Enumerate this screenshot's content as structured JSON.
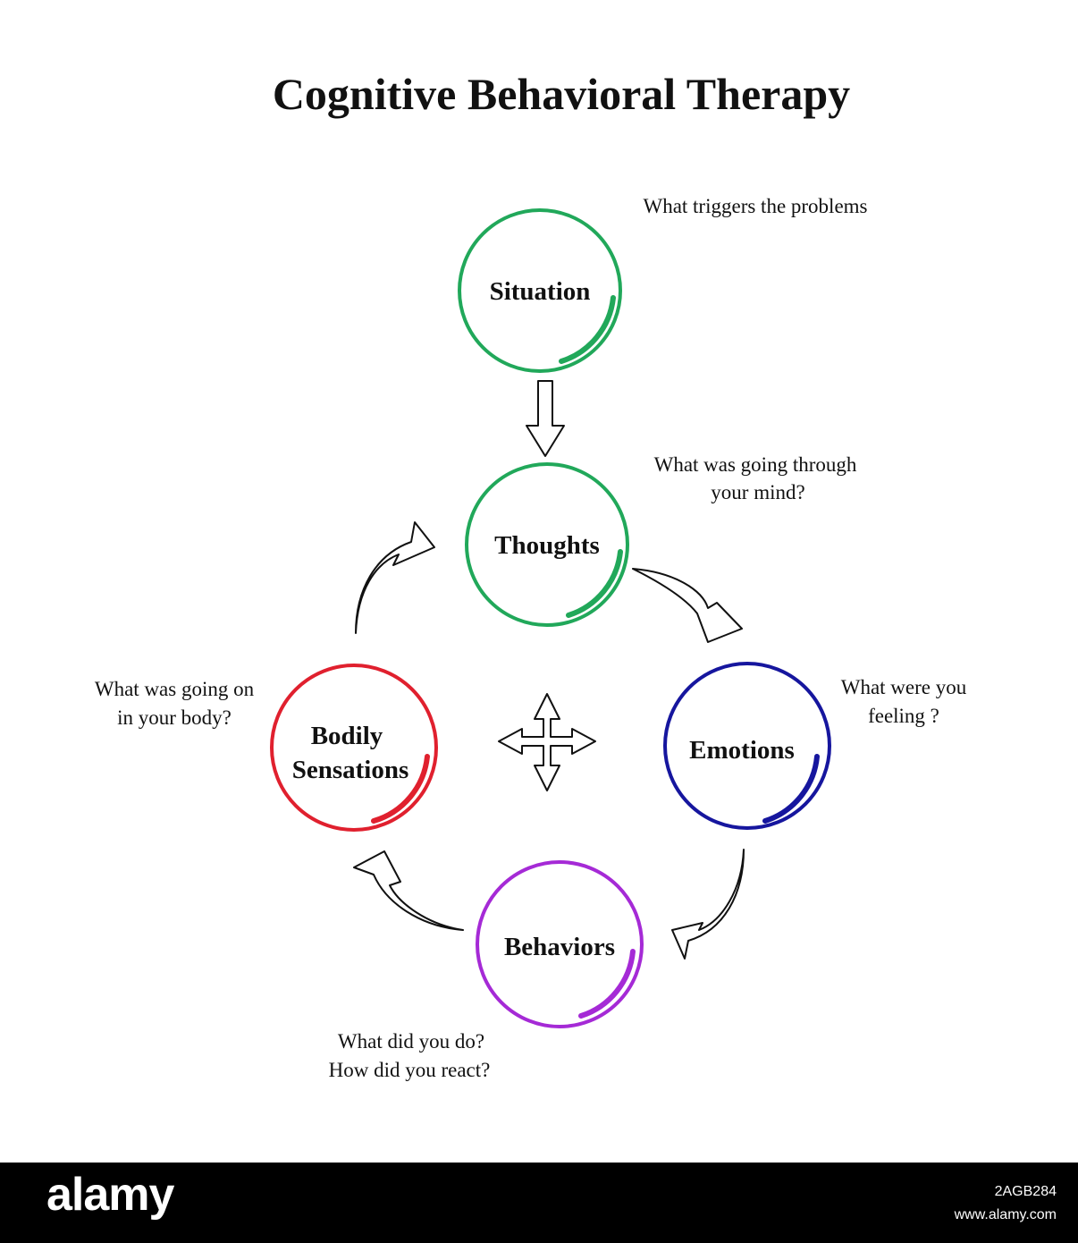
{
  "title": "Cognitive Behavioral Therapy",
  "nodes": {
    "situation": {
      "label": "Situation",
      "color": "#21a85a"
    },
    "thoughts": {
      "label": "Thoughts",
      "color": "#21a85a"
    },
    "emotions": {
      "label": "Emotions",
      "color": "#16169e"
    },
    "behaviors": {
      "label": "Behaviors",
      "color": "#a52ad6"
    },
    "bodily": {
      "label_line1": "Bodily",
      "label_line2": "Sensations",
      "color": "#e0202e"
    }
  },
  "questions": {
    "situation": "What triggers the problems",
    "thoughts_line1": "What was going through",
    "thoughts_line2": "your mind?",
    "emotions_line1": "What were you",
    "emotions_line2": "feeling ?",
    "behaviors_line1": "What did you do?",
    "behaviors_line2": "How did you react?",
    "bodily_line1": "What was going on",
    "bodily_line2": "in your body?"
  },
  "footer": {
    "logo": "alamy",
    "image_id": "2AGB284",
    "site": "www.alamy.com"
  }
}
